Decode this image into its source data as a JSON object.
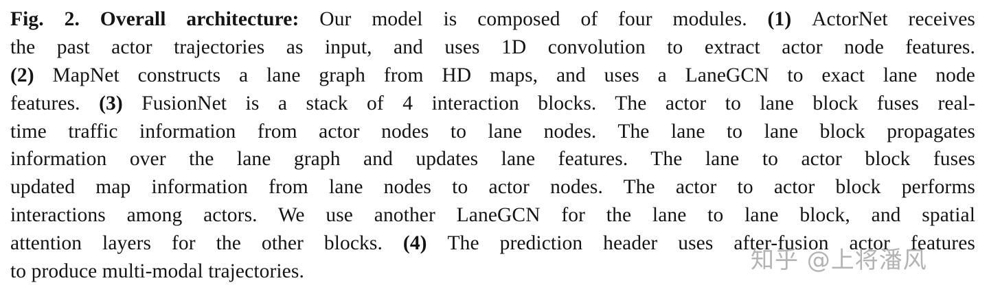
{
  "caption": {
    "label": "Fig. 2.",
    "title": "Overall architecture:",
    "lines": [
      {
        "segments": [
          {
            "bold": true,
            "text": "Fig. 2. Overall architecture: "
          },
          {
            "bold": false,
            "text": "Our model is composed of four modules. "
          },
          {
            "bold": true,
            "text": "(1) "
          },
          {
            "bold": false,
            "text": "ActorNet receives"
          }
        ]
      },
      {
        "segments": [
          {
            "bold": false,
            "text": "the past actor trajectories as input, and uses 1D convolution to extract actor node features."
          }
        ]
      },
      {
        "segments": [
          {
            "bold": true,
            "text": "(2) "
          },
          {
            "bold": false,
            "text": "MapNet constructs a lane graph from HD maps, and uses a LaneGCN to exact lane node"
          }
        ]
      },
      {
        "segments": [
          {
            "bold": false,
            "text": "features. "
          },
          {
            "bold": true,
            "text": "(3) "
          },
          {
            "bold": false,
            "text": "FusionNet is a stack of 4 interaction blocks. The actor to lane block fuses real-"
          }
        ]
      },
      {
        "segments": [
          {
            "bold": false,
            "text": "time traffic information from actor nodes to lane nodes. The lane to lane block propagates"
          }
        ]
      },
      {
        "segments": [
          {
            "bold": false,
            "text": "information over the lane graph and updates lane features. The lane to actor block fuses"
          }
        ]
      },
      {
        "segments": [
          {
            "bold": false,
            "text": "updated map information from lane nodes to actor nodes. The actor to actor block performs"
          }
        ]
      },
      {
        "segments": [
          {
            "bold": false,
            "text": "interactions among actors. We use another LaneGCN for the lane to lane block, and spatial"
          }
        ]
      },
      {
        "segments": [
          {
            "bold": false,
            "text": "attention layers for the other blocks. "
          },
          {
            "bold": true,
            "text": "(4) "
          },
          {
            "bold": false,
            "text": "The prediction header uses after-fusion actor features"
          }
        ]
      },
      {
        "segments": [
          {
            "bold": false,
            "text": "to produce multi-modal trajectories."
          }
        ]
      }
    ]
  },
  "watermark": {
    "text": "知乎 @上将潘风",
    "color": "#969696"
  }
}
